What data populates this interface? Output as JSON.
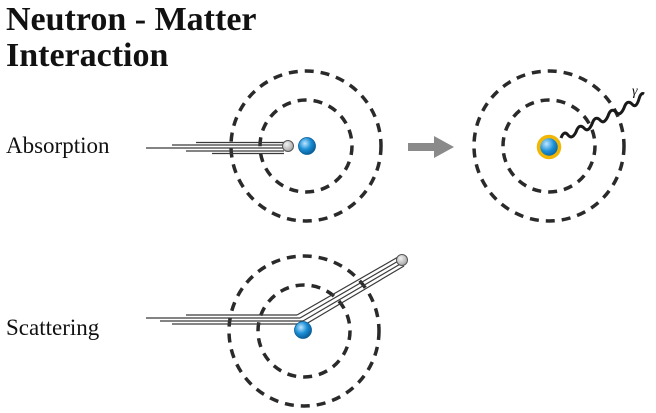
{
  "title": {
    "line1": "Neutron - Matter",
    "line2": "Interaction"
  },
  "labels": {
    "absorption": "Absorption",
    "scattering": "Scattering",
    "gamma_symbol": "γ"
  },
  "colors": {
    "nucleus": "#1a8fd6",
    "nucleus_highlight": "#bfe6ff",
    "excited_ring": "#f2b705",
    "neutron": "#c8c8c8",
    "orbit": "#2a2a2a",
    "arrow": "#8a8a8a",
    "text": "#111111"
  },
  "icons": {
    "process_arrow": "right-arrow-icon",
    "gamma_wave": "gamma-ray-wave-icon"
  }
}
